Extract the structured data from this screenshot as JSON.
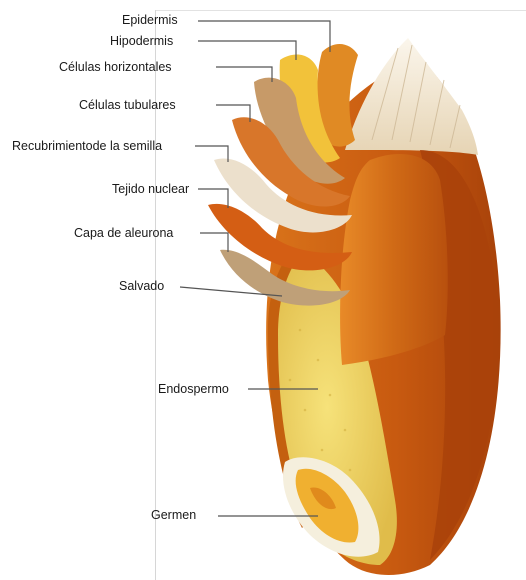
{
  "labels": {
    "epidermis": "Epidermis",
    "hipodermis": "Hipodermis",
    "celulas_horizontales": "Células horizontales",
    "celulas_tubulares": "Células tubulares",
    "recubrimiento": "Recubrimientode la semilla",
    "tejido_nuclear": "Tejido nuclear",
    "capa_aleurona": "Capa de aleurona",
    "salvado": "Salvado",
    "endospermo": "Endospermo",
    "germen": "Germen"
  },
  "colors": {
    "bran_dark": "#b8480c",
    "bran_mid": "#d8731c",
    "bran_light": "#f0a440",
    "endosperm": "#f3d86a",
    "germ": "#f0b030",
    "leader_line": "#555555",
    "text": "#1a1a1a"
  }
}
